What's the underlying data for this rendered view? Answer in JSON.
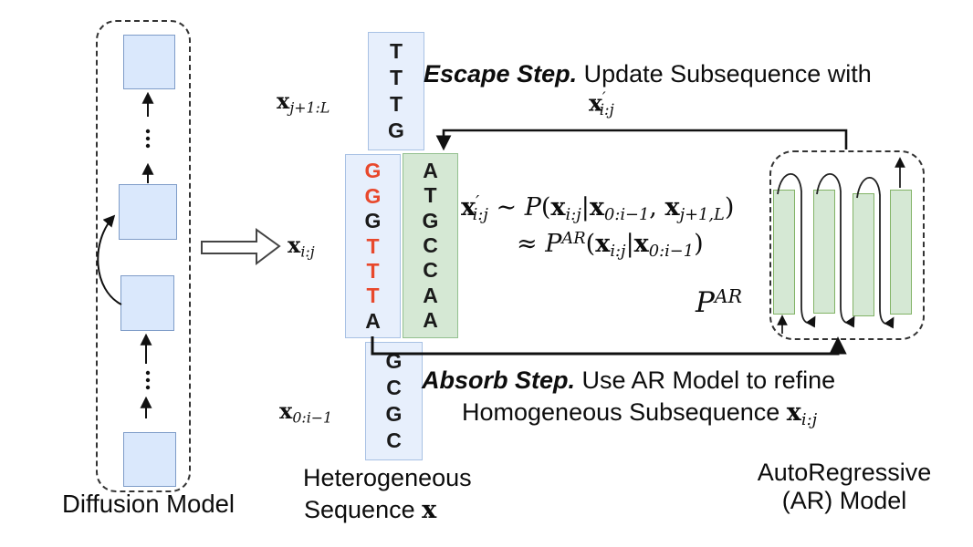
{
  "colors": {
    "box_blue_fill": "#dae8fc",
    "box_blue_border": "#7e9cc8",
    "col_blue_fill": "#e7effc",
    "col_blue_border": "#a8c1e4",
    "green_fill": "#d5e8d4",
    "green_border": "#93c08f",
    "bar_border": "#82b366",
    "red_letter": "#e8482c",
    "line": "#111111"
  },
  "captions": {
    "diffusion_model": "Diffusion Model",
    "heterogeneous_line1": "Heterogeneous",
    "autoregressive_line1": "AutoRegressive",
    "autoregressive_line2": "(AR) Model"
  },
  "tokens": {
    "label_x_j1L": [
      [
        "b",
        "x"
      ],
      [
        "sub",
        "j+1:L"
      ]
    ],
    "label_x_ij": [
      [
        "b",
        "x"
      ],
      [
        "sub",
        "i:j"
      ]
    ],
    "label_x_0i1": [
      [
        "b",
        "x"
      ],
      [
        "sub",
        "0:i−1"
      ]
    ],
    "label_x_prime_ij": [
      [
        "b",
        "x"
      ],
      [
        "sup",
        "′"
      ],
      [
        "subp",
        "i:j"
      ]
    ],
    "escape_text": [
      [
        "bi",
        "Escape Step."
      ],
      [
        "n",
        " Update Subsequence with"
      ]
    ],
    "formula_line1": [
      [
        "b",
        "x"
      ],
      [
        "sup",
        "′"
      ],
      [
        "subp",
        "i:j"
      ],
      [
        "n",
        " ∼ "
      ],
      [
        "it",
        "P"
      ],
      [
        "n",
        "("
      ],
      [
        "b",
        "x"
      ],
      [
        "sub",
        "i:j"
      ],
      [
        "n",
        "|"
      ],
      [
        "b",
        "x"
      ],
      [
        "sub",
        "0:i−1"
      ],
      [
        "n",
        ", "
      ],
      [
        "b",
        "x"
      ],
      [
        "sub",
        "j+1,L"
      ],
      [
        "n",
        ")"
      ]
    ],
    "formula_line2": [
      [
        "n",
        "≈ "
      ],
      [
        "it",
        "P"
      ],
      [
        "sup",
        "AR"
      ],
      [
        "n",
        "("
      ],
      [
        "b",
        "x"
      ],
      [
        "sub",
        "i:j"
      ],
      [
        "n",
        "|"
      ],
      [
        "b",
        "x"
      ],
      [
        "sub",
        "0:i−1"
      ],
      [
        "n",
        ")"
      ]
    ],
    "absorb_line1": [
      [
        "bi",
        "Absorb Step."
      ],
      [
        "n",
        " Use AR Model to refine"
      ]
    ],
    "absorb_line2": [
      [
        "n",
        "Homogeneous Subsequence "
      ],
      [
        "b",
        "x"
      ],
      [
        "sub",
        "i:j"
      ]
    ],
    "p_ar": [
      [
        "it",
        "P"
      ],
      [
        "sup",
        "AR"
      ]
    ],
    "sequence_line2": [
      [
        "n",
        "Sequence "
      ],
      [
        "b",
        "x"
      ]
    ]
  },
  "columns": {
    "upper": {
      "letters": [
        {
          "c": "T"
        },
        {
          "c": "T"
        },
        {
          "c": "T"
        },
        {
          "c": "G"
        }
      ]
    },
    "homogeneous": {
      "letters": [
        {
          "c": "G",
          "red": true
        },
        {
          "c": "G",
          "red": true
        },
        {
          "c": "G"
        },
        {
          "c": "T",
          "red": true
        },
        {
          "c": "T",
          "red": true
        },
        {
          "c": "T",
          "red": true
        },
        {
          "c": "A"
        }
      ]
    },
    "refined": {
      "letters": [
        {
          "c": "A"
        },
        {
          "c": "T"
        },
        {
          "c": "G"
        },
        {
          "c": "C"
        },
        {
          "c": "C"
        },
        {
          "c": "A"
        },
        {
          "c": "A"
        }
      ]
    },
    "prefix": {
      "letters": [
        {
          "c": "G"
        },
        {
          "c": "C"
        },
        {
          "c": "G"
        },
        {
          "c": "C"
        }
      ]
    }
  }
}
